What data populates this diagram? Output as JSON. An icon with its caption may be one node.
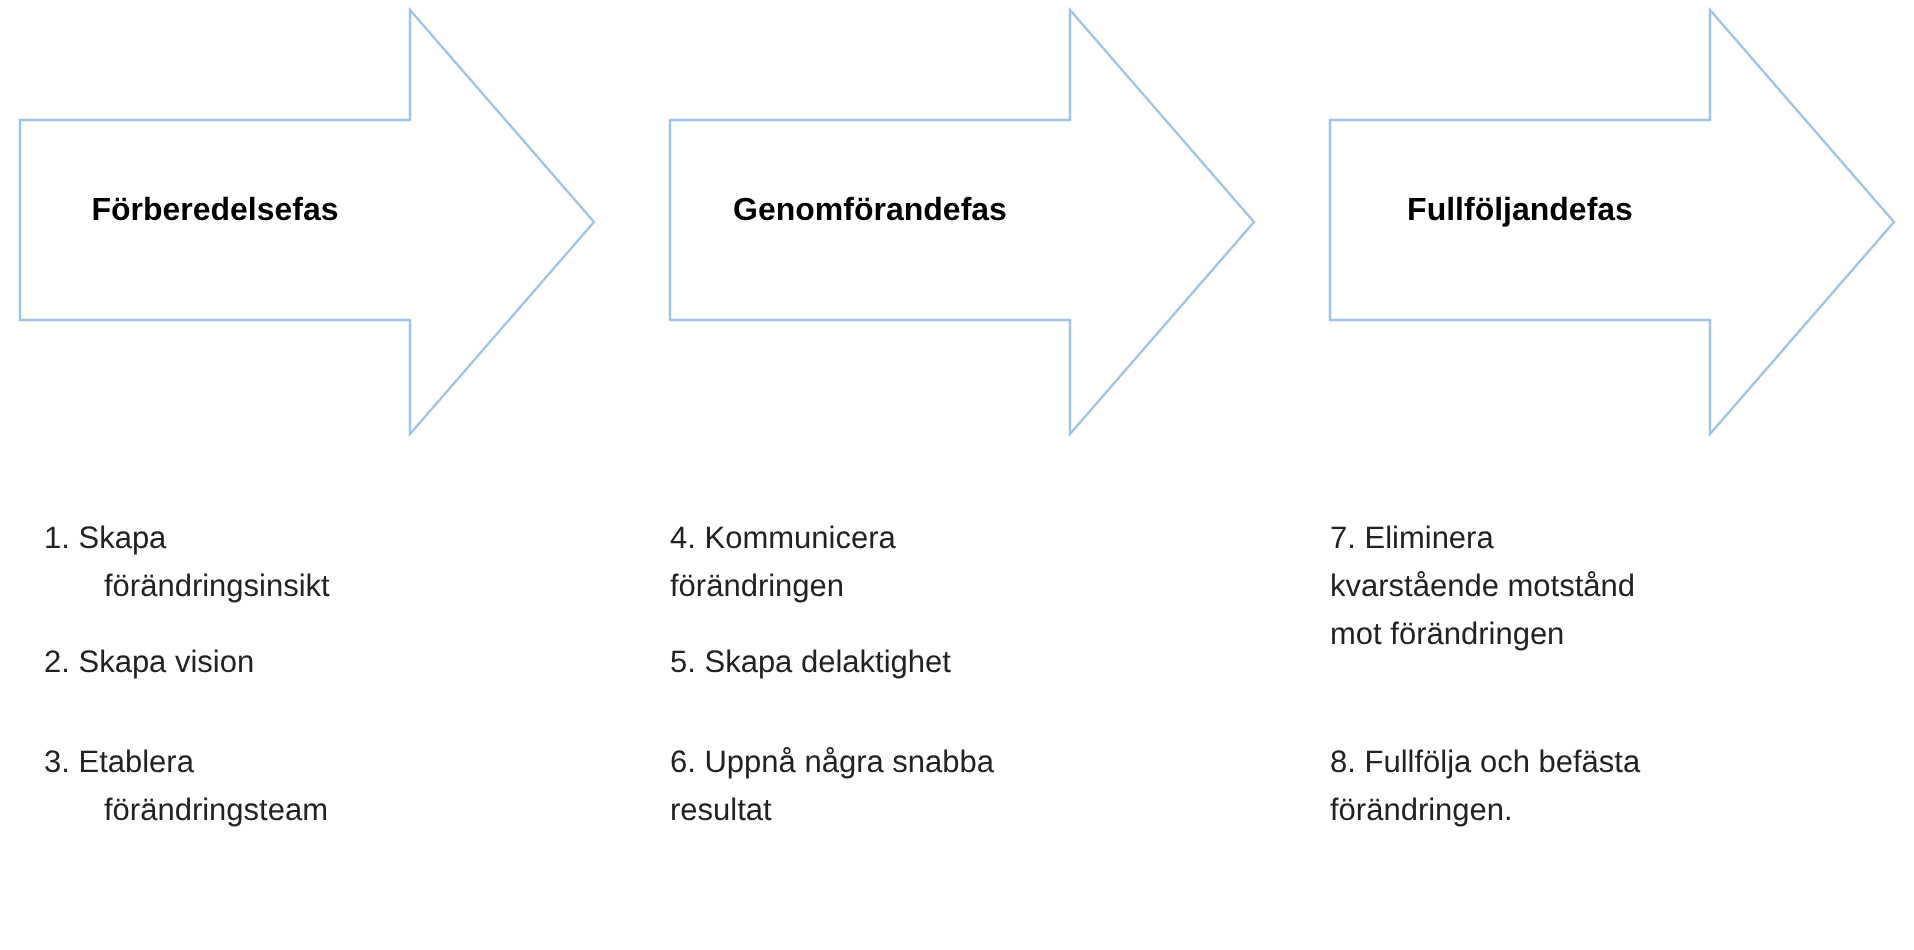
{
  "diagram": {
    "nodes": [
      {
        "text": [
          "Förberedelsefas"
        ]
      },
      {
        "text": [
          "Genomförandefas"
        ]
      },
      {
        "text": [
          "Fullföljandefas"
        ]
      }
    ],
    "labels": [
      "1. Skapa förändringsinsikt",
      "2. Skapa vision",
      "3. Etablera förändringsteam",
      "4. Kommunicera förändringen",
      "5. Skapa delaktighet",
      "6. Uppnå några snabba resultat",
      "7. Eliminera kvarstående motstånd mot förändringen",
      "8. Fullfölja och befästa förändringen."
    ]
  }
}
